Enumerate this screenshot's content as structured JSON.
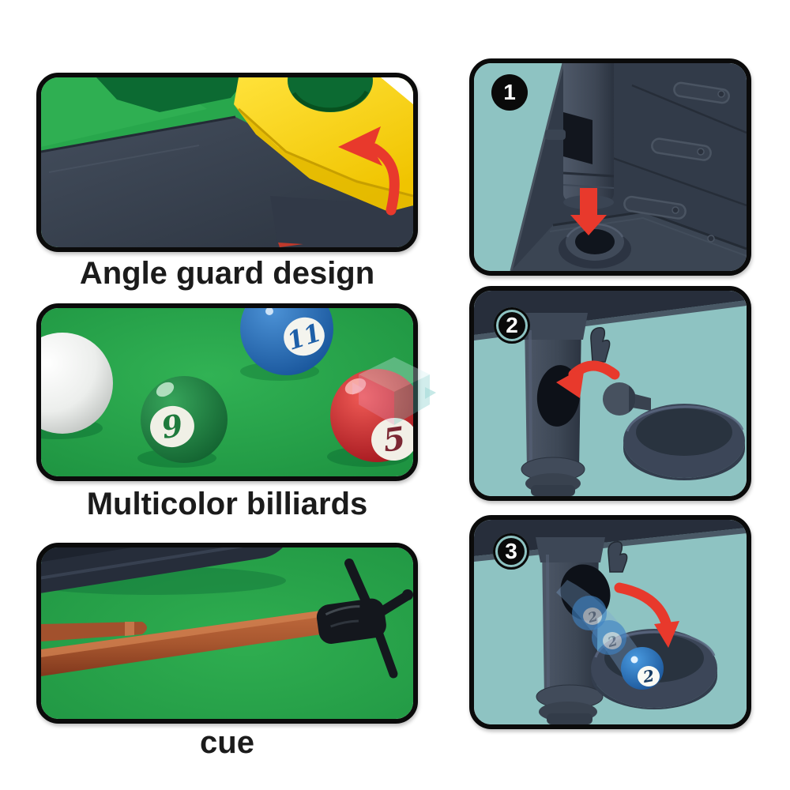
{
  "canvas": {
    "background": "#ffffff"
  },
  "palette": {
    "panel_border": "#0b0b0b",
    "caption_text": "#1b1b1b",
    "felt_green": "#28a74c",
    "dark_green": "#0c6a32",
    "table_navy": "#39424f",
    "guard_yellow": "#ffd90a",
    "arrow_red": "#e8392c",
    "teal_background": "#8ec3c2",
    "cue_brown": "#a8572f",
    "badge_background": "#0a0a0a",
    "badge_text": "#ffffff"
  },
  "left_column": {
    "panels": [
      {
        "id": "angle-guard",
        "caption": "Angle guard design"
      },
      {
        "id": "billiards",
        "caption": "Multicolor billiards",
        "has_cue_ball": true,
        "balls": [
          {
            "number": "11",
            "color": "#1d5fa8",
            "body": "#1a57a0"
          },
          {
            "number": "9",
            "color": "#1e7a3c",
            "body": "#11602e"
          },
          {
            "number": "5",
            "color": "#7c2733",
            "body": "#9c1018"
          }
        ]
      },
      {
        "id": "cue",
        "caption": "cue"
      }
    ]
  },
  "right_column": {
    "steps": [
      {
        "number": "1"
      },
      {
        "number": "2"
      },
      {
        "number": "3",
        "ball_number": "2"
      }
    ]
  },
  "watermark": {
    "name": "cube-logo-watermark",
    "colors": [
      "#e598bd",
      "#66c4c0",
      "#cfeef0"
    ]
  }
}
